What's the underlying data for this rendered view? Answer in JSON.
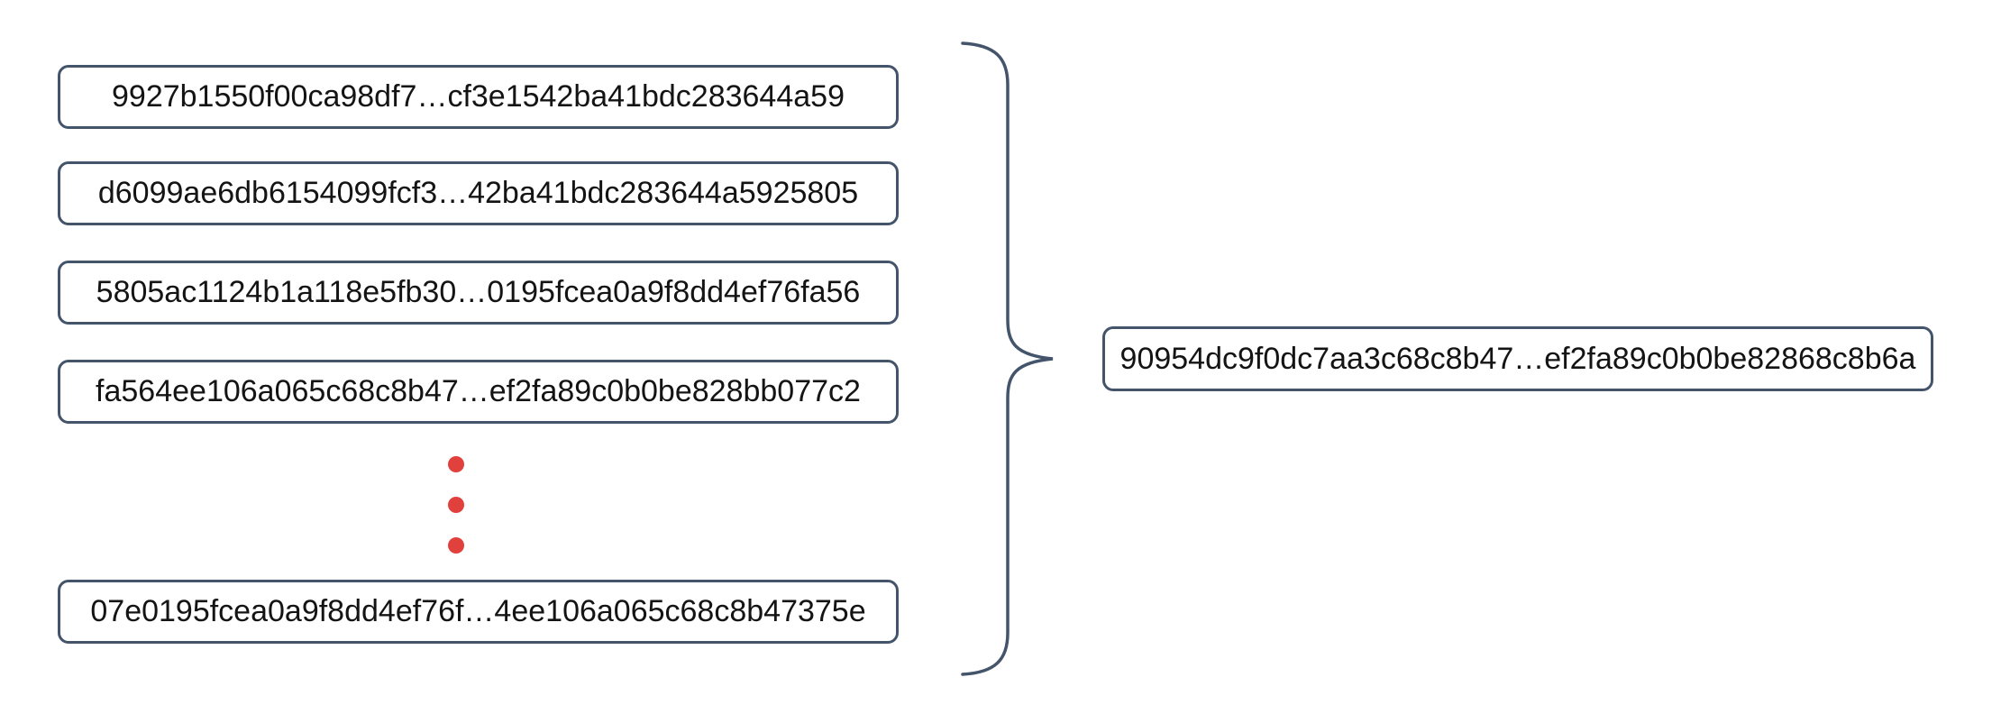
{
  "diagram": {
    "description": "Many hash values combined into a single hash value",
    "left_boxes": [
      "9927b1550f00ca98df7…cf3e1542ba41bdc283644a59",
      "d6099ae6db6154099fcf3…42ba41bdc283644a5925805",
      "5805ac1124b1a118e5fb30…0195fcea0a9f8dd4ef76fa56",
      "fa564ee106a065c68c8b47…ef2fa89c0b0be828bb077c2",
      "07e0195fcea0a9f8dd4ef76f…4ee106a065c68c8b47375e"
    ],
    "result_box": "90954dc9f0dc7aa3c68c8b47…ef2fa89c0b0be82868c8b6a",
    "colors": {
      "box_border": "#44546a",
      "brace": "#44546a",
      "dots": "#e0413d",
      "text": "#141414",
      "background": "#ffffff"
    }
  }
}
